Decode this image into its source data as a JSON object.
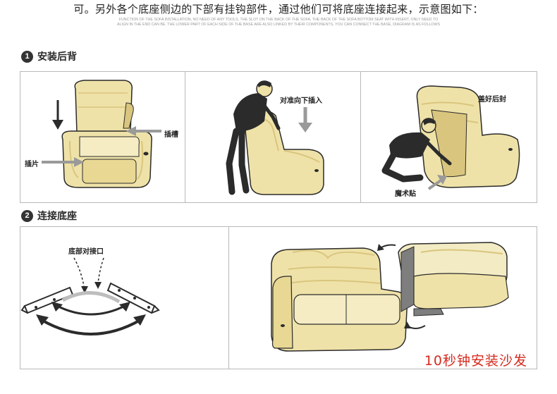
{
  "intro": {
    "line": "可。另外各个底座侧边的下部有挂钩部件，通过他们可将底座连接起来，示意图如下：",
    "fine_1": "FUNCTION OF THE SOFA INSTALLATION, NO NEED OF ANY TOOLS, THE SLOT ON THE BACK OF THE SOFA, THE BACK OF THE SOFA BOTTOM SEAT WITH INSERT, ONLY NEED TO",
    "fine_2": "ALIGN IN THE END CAN BE. THE LOWER PART OF EACH SIDE OF THE BASE ARE ALSO LINKED BY THEIR COMPONENTS, YOU CAN CONNECT THE BASE, DIAGRAM IS AS FOLLOWS"
  },
  "step1": {
    "number": "1",
    "title": "安装后背",
    "labels": {
      "slot": "插槽",
      "insert": "插片",
      "align_down": "对准向下插入",
      "cover": "盖好后封",
      "velcro": "魔术贴"
    }
  },
  "step2": {
    "number": "2",
    "title": "连接底座",
    "labels": {
      "joint": "底部对接口"
    },
    "promo": "10秒钟安装沙发"
  },
  "colors": {
    "leather": "#efe2a8",
    "leather_shade": "#d9c57e",
    "outline": "#2b2b2b",
    "promo_red": "#d52b1e",
    "arrow_gray": "#9a9a9a"
  }
}
